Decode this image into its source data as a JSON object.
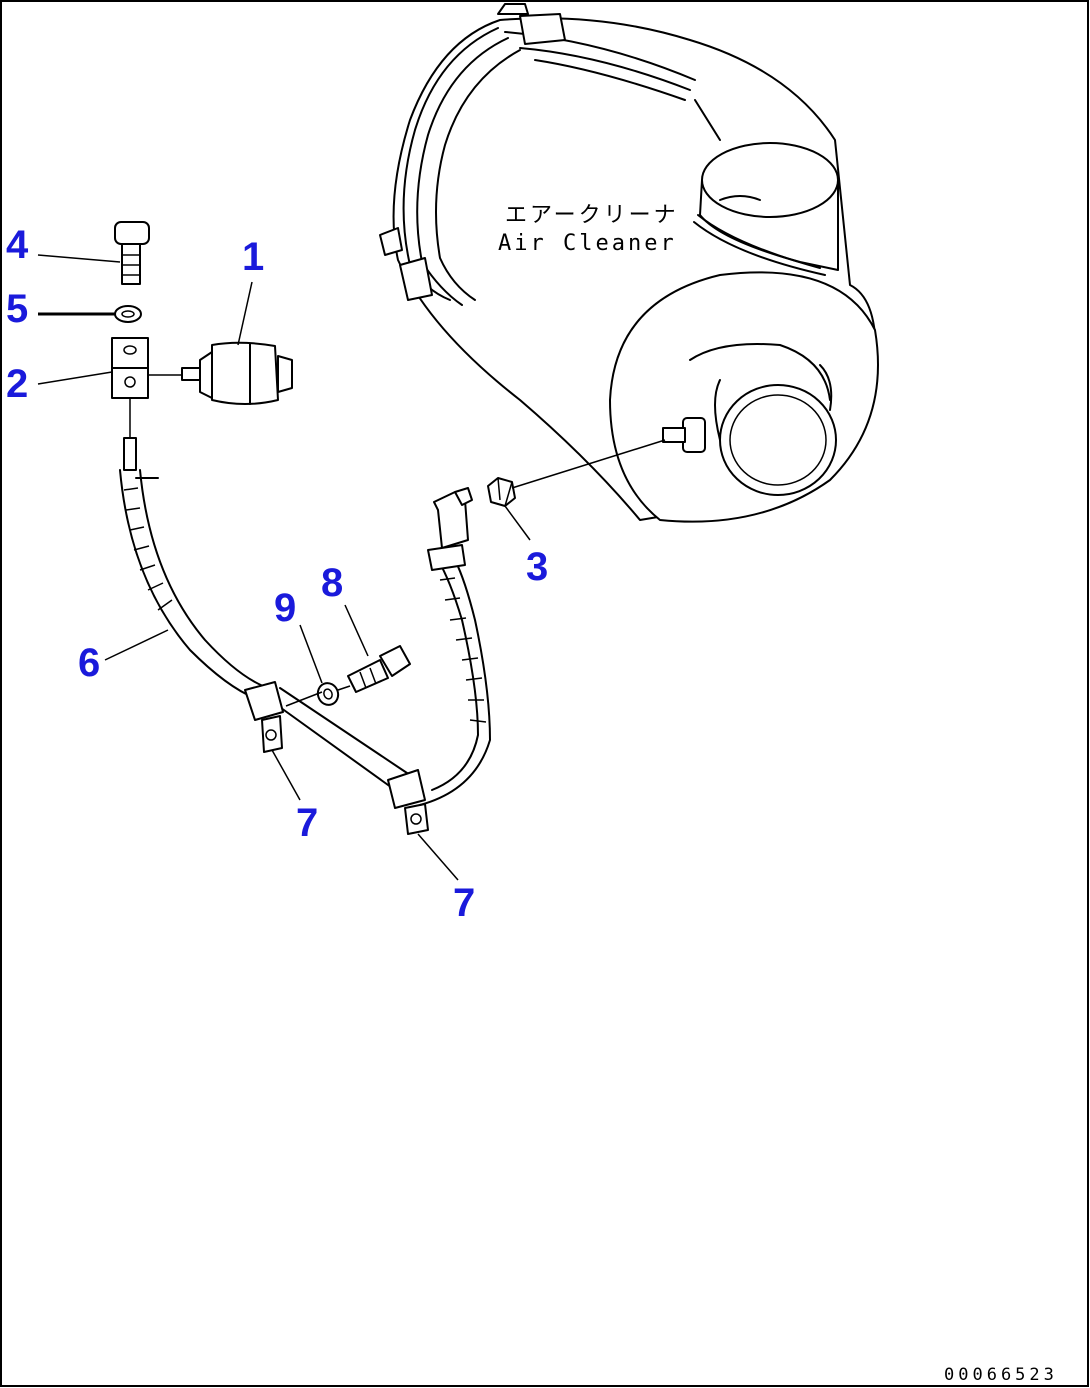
{
  "diagram": {
    "label_jp": "エアークリーナ",
    "label_en": "Air Cleaner",
    "doc_number": "00066523",
    "callouts": {
      "c1": "1",
      "c2": "2",
      "c3": "3",
      "c4": "4",
      "c5": "5",
      "c6": "6",
      "c7a": "7",
      "c7b": "7",
      "c8": "8",
      "c9": "9"
    }
  },
  "colors": {
    "callout": "#1a1adb",
    "line": "#000000",
    "frame": "#000000"
  }
}
